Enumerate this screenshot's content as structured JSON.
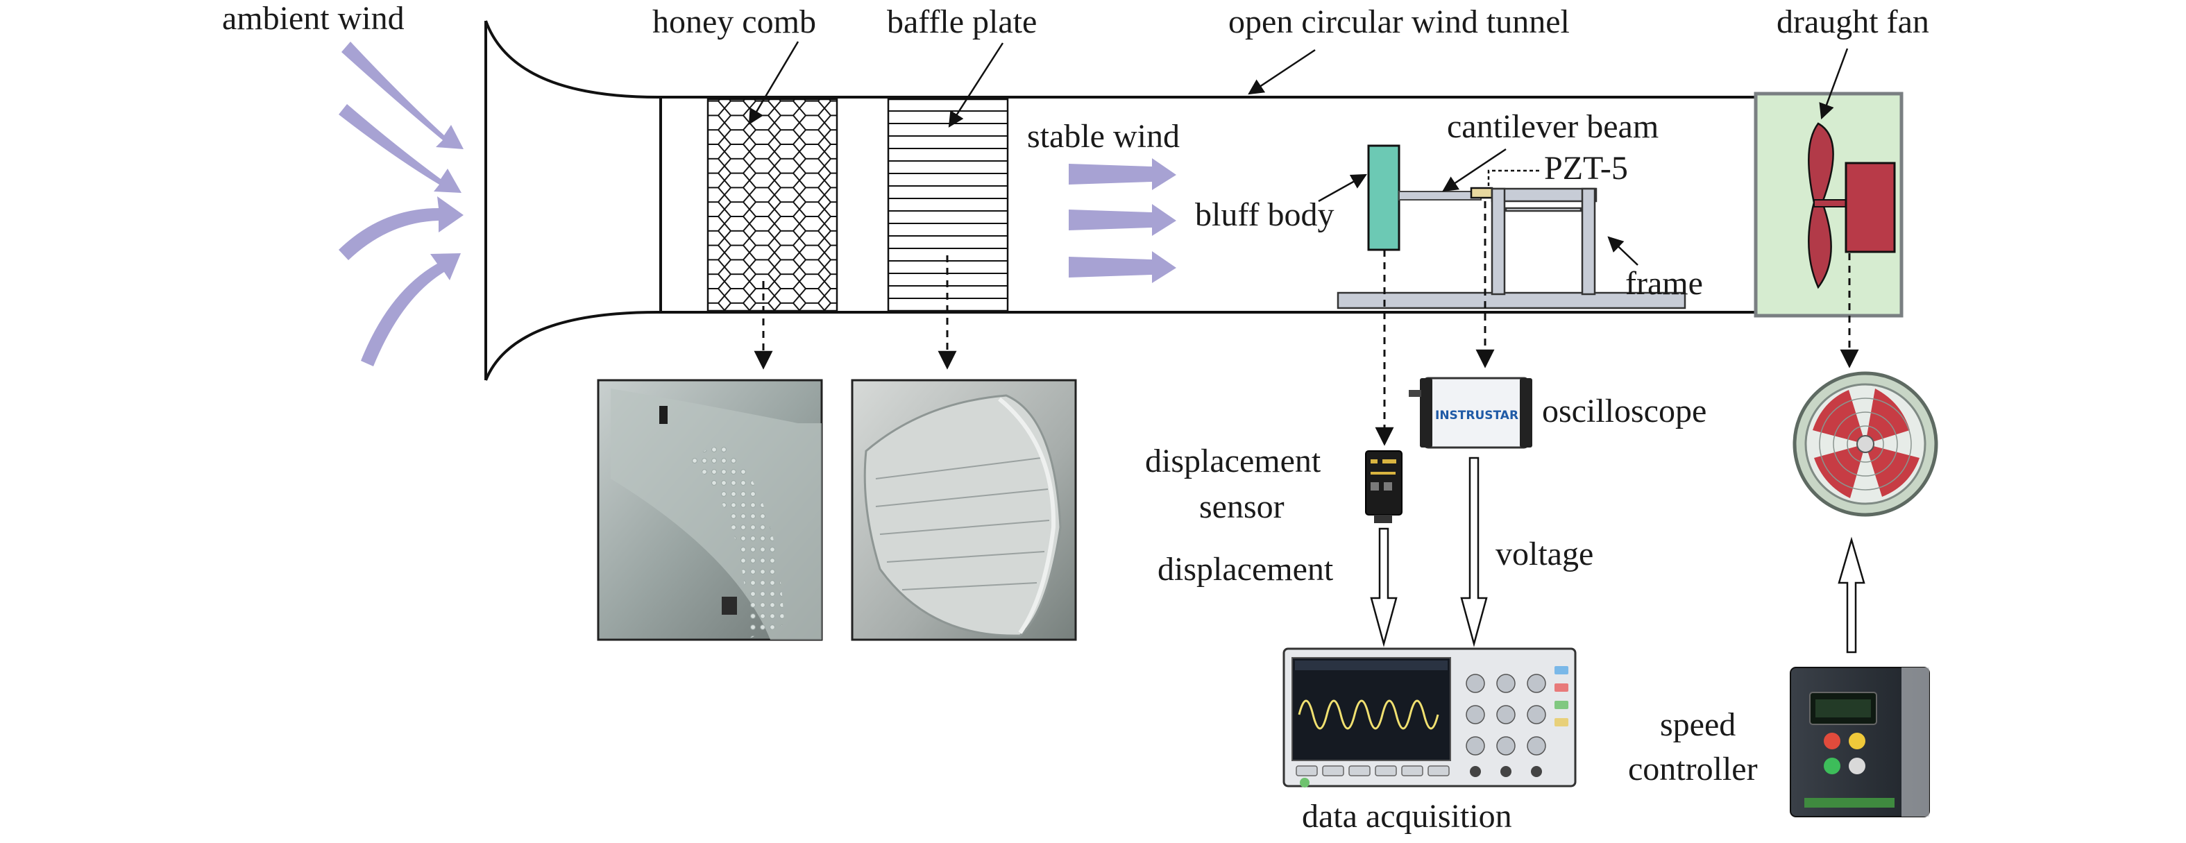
{
  "labels": {
    "ambient_wind": "ambient wind",
    "honey_comb": "honey comb",
    "baffle_plate": "baffle plate",
    "open_circular_wind_tunnel": "open circular wind tunnel",
    "draught_fan": "draught fan",
    "stable_wind": "stable wind",
    "cantilever_beam": "cantilever beam",
    "pzt5": "PZT-5",
    "bluff_body": "bluff body",
    "frame": "frame",
    "oscilloscope": "oscilloscope",
    "displacement_sensor_line1": "displacement",
    "displacement_sensor_line2": "sensor",
    "displacement": "displacement",
    "voltage": "voltage",
    "speed_controller_line1": "speed",
    "speed_controller_line2": "controller",
    "data_acquisition": "data acquisition",
    "instrustar_brand": "INSTRUSTAR"
  },
  "colors": {
    "wind_arrow": "#a7a2d3",
    "bluff_body": "#6cc9b4",
    "fan_blade": "#b23a48",
    "fan_motor": "#b83a48",
    "fan_box": "#d6ecd0",
    "frame_beam": "#c7ccd6",
    "pzt": "#e8d9a0",
    "fan_guard_red": "#c73c44"
  },
  "icons": [
    "honeycomb-mesh-icon",
    "baffle-plate-icon",
    "draught-fan-icon",
    "axial-fan-photo-icon",
    "oscilloscope-device-icon",
    "displacement-sensor-icon",
    "data-acquisition-scope-icon",
    "speed-controller-icon"
  ]
}
